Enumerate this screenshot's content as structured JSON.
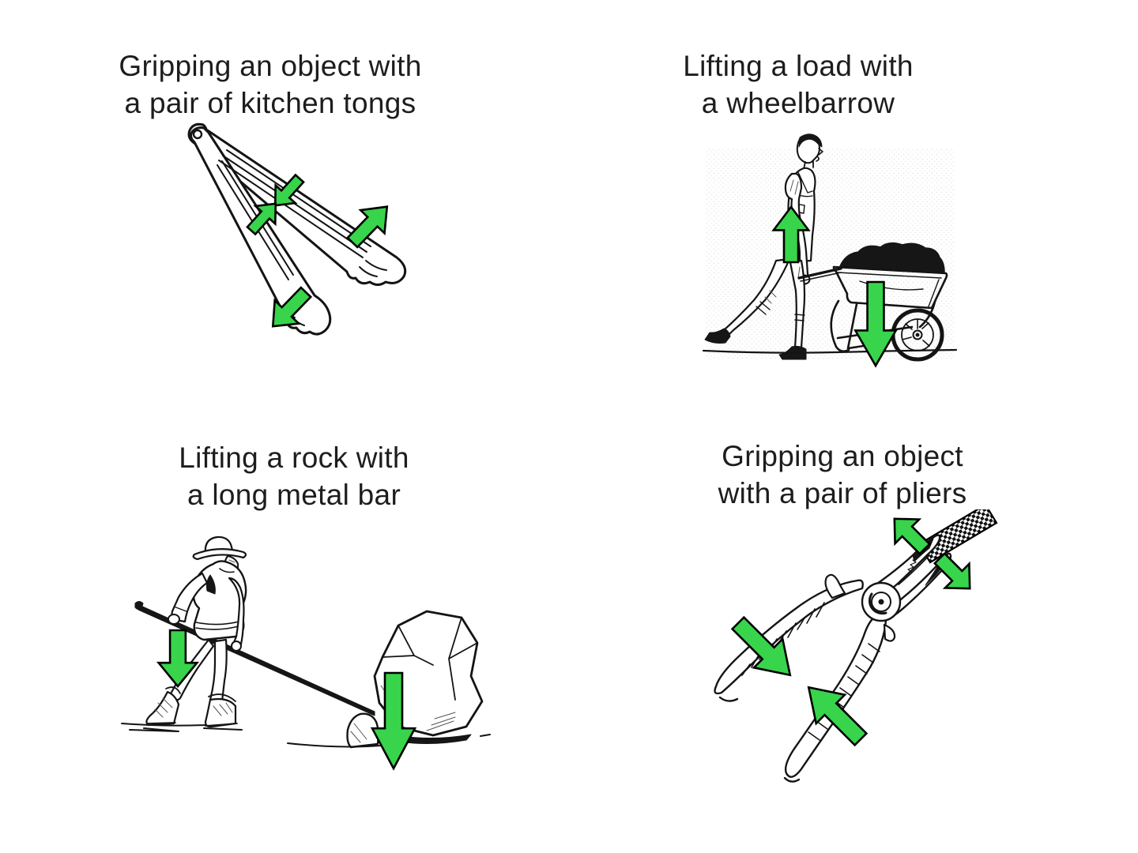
{
  "page": {
    "background": "#ffffff",
    "text_color": "#1d1d1d",
    "ink_color": "#141414",
    "arrow_fill": "#38d44b",
    "arrow_outline": "#000000"
  },
  "panels": [
    {
      "key": "kitchen-tongs",
      "title_line1": "Gripping an object with",
      "title_line2": "a pair of kitchen tongs",
      "illustration": "kitchen-tongs-line-drawing",
      "arrows": [
        {
          "name": "upper-arm-squeeze-arrow",
          "direction": "down-left"
        },
        {
          "name": "lower-arm-squeeze-arrow",
          "direction": "up-right"
        },
        {
          "name": "upper-tip-force-arrow",
          "direction": "up-right"
        },
        {
          "name": "lower-tip-force-arrow",
          "direction": "down-left"
        }
      ]
    },
    {
      "key": "wheelbarrow",
      "title_line1": "Lifting a load with",
      "title_line2": "a wheelbarrow",
      "illustration": "man-pushing-wheelbarrow-drawing",
      "arrows": [
        {
          "name": "lift-at-handles-arrow",
          "direction": "up"
        },
        {
          "name": "load-weight-arrow",
          "direction": "down"
        }
      ]
    },
    {
      "key": "metal-bar-lever",
      "title_line1": "Lifting a rock with",
      "title_line2": "a long metal bar",
      "illustration": "man-levering-rock-drawing",
      "arrows": [
        {
          "name": "push-down-on-bar-arrow",
          "direction": "down"
        },
        {
          "name": "rock-weight-arrow",
          "direction": "down"
        }
      ]
    },
    {
      "key": "pliers",
      "title_line1": "Gripping an object",
      "title_line2": "with a pair of pliers",
      "illustration": "pliers-gripping-bar-drawing",
      "arrows": [
        {
          "name": "upper-jaw-force-arrow",
          "direction": "up-left"
        },
        {
          "name": "lower-jaw-force-arrow",
          "direction": "down-right"
        },
        {
          "name": "upper-handle-squeeze-arrow",
          "direction": "down-right"
        },
        {
          "name": "lower-handle-squeeze-arrow",
          "direction": "up-left"
        }
      ]
    }
  ]
}
